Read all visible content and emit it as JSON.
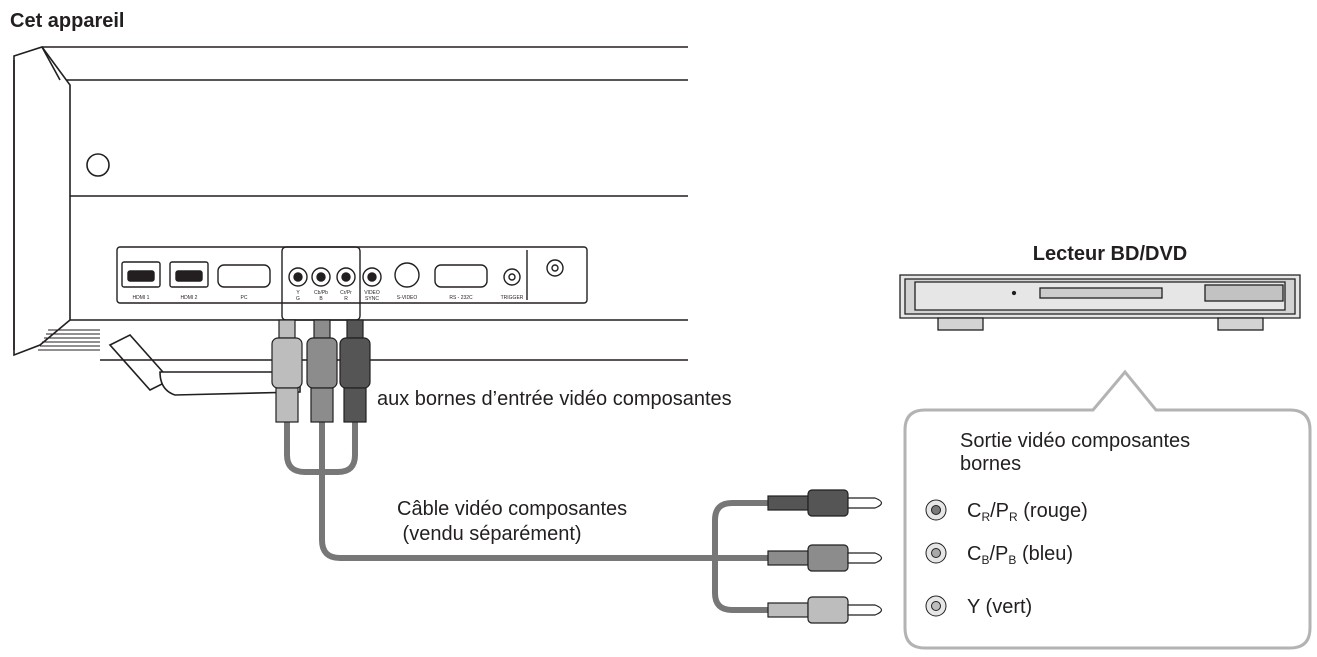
{
  "device_heading": "Cet appareil",
  "player_title": "Lecteur BD/DVD",
  "input_label": "aux bornes d’entrée vidéo composantes",
  "cable_label": {
    "line1": "Câble vidéo composantes",
    "line2": " (vendu séparément)"
  },
  "output_box": {
    "title_line1": "Sortie vidéo composantes",
    "title_line2": "bornes"
  },
  "terminals": [
    {
      "main1": "C",
      "sub1": "R",
      "mid": "/P",
      "sub2": "R",
      "rest": " (rouge)",
      "color": "#7a7a7a"
    },
    {
      "main1": "C",
      "sub1": "B",
      "mid": "/P",
      "sub2": "B",
      "rest": " (bleu)",
      "color": "#a8a8a8"
    },
    {
      "main1": "Y",
      "sub1": "",
      "mid": "",
      "sub2": "",
      "rest": " (vert)",
      "color": "#bdbdbd"
    }
  ],
  "panel_labels": {
    "hdmi1": "HDMI 1",
    "hdmi2": "HDMI 2",
    "pc": "PC",
    "y": "Y",
    "g": "G",
    "cbpb": "Cb/Pb",
    "b": "B",
    "crpr": "Cr/Pr",
    "r": "R",
    "video": "VIDEO",
    "sync": "SYNC",
    "svideo": "S-VIDEO",
    "rs232c": "RS - 232C",
    "trigger": "TRIGGER"
  },
  "colors": {
    "line": "#231f20",
    "cable": "#777777",
    "plug_dark": "#555555",
    "plug_mid": "#8c8c8c",
    "plug_light": "#bdbdbd",
    "callout_border": "#b3b3b3"
  }
}
